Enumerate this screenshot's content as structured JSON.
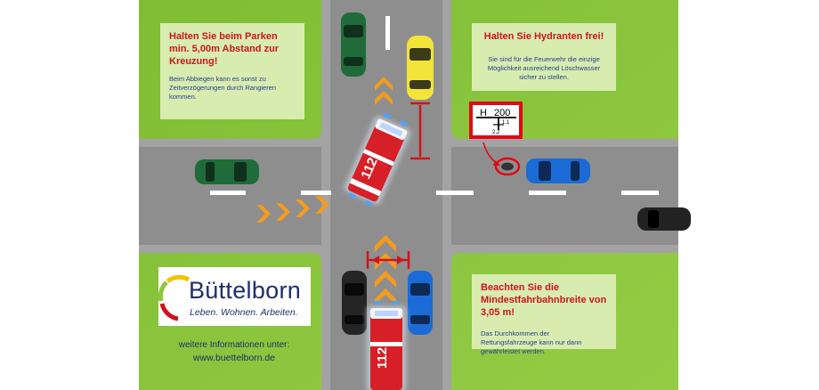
{
  "boxes": {
    "parking": {
      "heading": "Halten Sie beim Parken min. 5,00m Abstand zur Kreuzung!",
      "body": "Beim Abbiegen kann es sonst zu Zeitverzögerungen durch Rangieren kommen."
    },
    "hydrant": {
      "heading": "Halten Sie Hydranten frei!",
      "body": "Sie sind für die Feuerwehr die einzige Möglichkeit ausreichend Löschwasser sicher zu stellen."
    },
    "lane_width": {
      "heading": "Beachten Sie die Mindestfahrbahnbreite von 3,05 m!",
      "body": "Das Durchkommen der Rettungsfahrzeuge kann nur dann gewährleistet werden."
    }
  },
  "hydrant_sign": {
    "letter": "H",
    "diameter": "200",
    "distance_right": "1,1",
    "distance_front": "2,2"
  },
  "vehicle_label": "112",
  "logo": {
    "name": "Büttelborn",
    "slogan": "Leben. Wohnen. Arbeiten."
  },
  "footer": {
    "line": "weitere Informationen unter:",
    "url": "www.buettelborn.de"
  },
  "colors": {
    "grass": "#8cc63e",
    "road": "#8c8c8c",
    "info_box": "#d8ecb0",
    "heading_red": "#d0141a",
    "text_blue": "#24408e",
    "chevron_orange": "#f49b1f"
  }
}
